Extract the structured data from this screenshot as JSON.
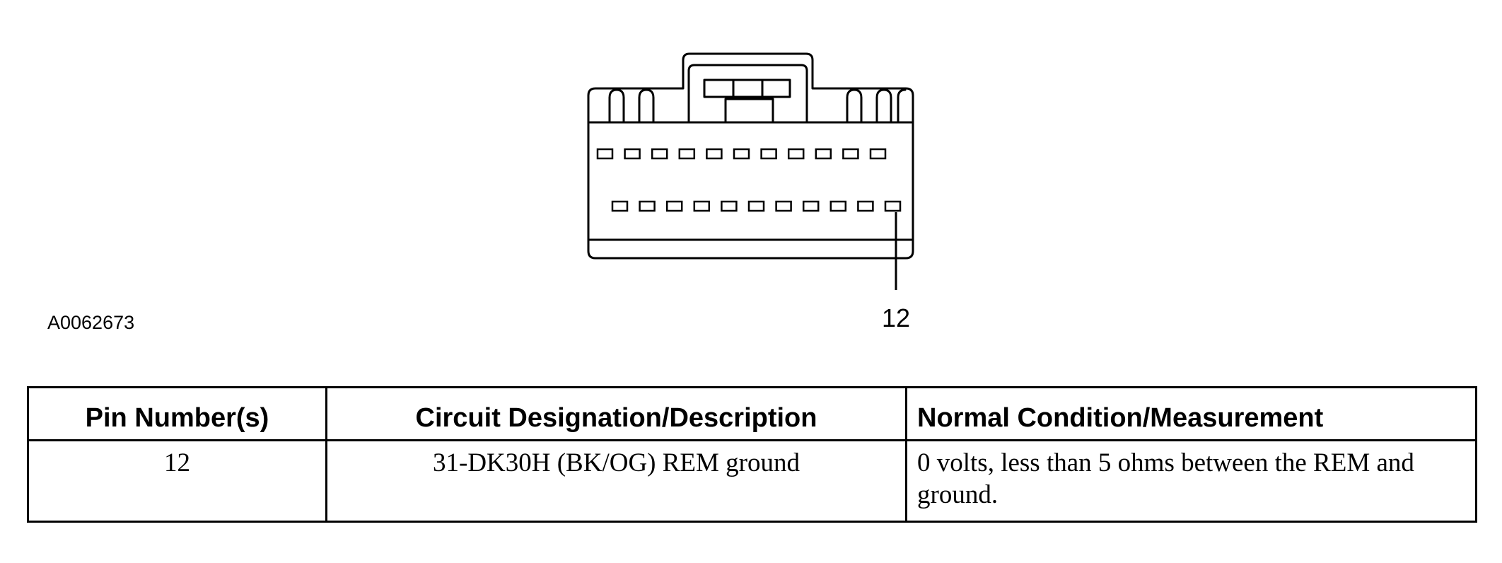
{
  "diagram": {
    "figure_id": "A0062673",
    "callout": {
      "label": "12",
      "pin": 12
    },
    "connector": {
      "rows": [
        {
          "pins": 11
        },
        {
          "pins": 11
        }
      ]
    }
  },
  "table": {
    "headers": [
      "Pin Number(s)",
      "Circuit Designation/Description",
      "Normal Condition/Measurement"
    ],
    "rows": [
      {
        "pin": "12",
        "circuit": "31-DK30H (BK/OG) REM ground",
        "condition": "0 volts, less than 5 ohms between the REM and ground."
      }
    ]
  }
}
